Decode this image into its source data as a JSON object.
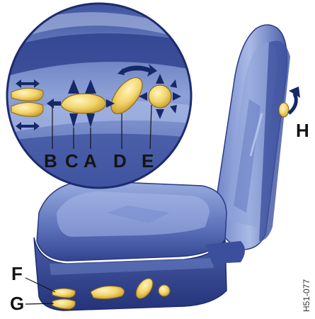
{
  "figure": {
    "labels": {
      "a": "A",
      "b": "B",
      "c": "C",
      "d": "D",
      "e": "E",
      "f": "F",
      "g": "G",
      "h": "H"
    },
    "ref_code": "H51-077"
  },
  "colors": {
    "seat_dark": "#2c3c8a",
    "seat_mid": "#5068b4",
    "seat_light": "#94a8dc",
    "switch_yellow": "#f2d46a",
    "switch_outline": "#8a6a18",
    "arrow_navy": "#16286a",
    "label_black": "#141414"
  },
  "icons": [
    "seat-switch",
    "double-arrow-icon",
    "curved-arrow-icon"
  ]
}
